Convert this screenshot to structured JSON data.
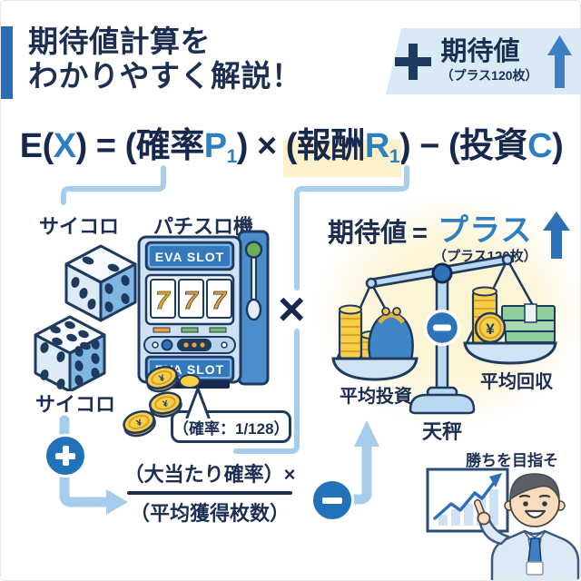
{
  "header": {
    "title_line1": "期待値計算を",
    "title_line2": "わかりやすく解説！",
    "badge": {
      "operator": "+",
      "label": "期待値",
      "sub": "（プラス120枚）"
    }
  },
  "formula": {
    "f1": "E(",
    "f2": "X",
    "f3": ") = ",
    "f4": "(確率",
    "f5": "P",
    "f5sub": "1",
    "f6": ") × ",
    "f7": "(報酬",
    "f8": "R",
    "f8sub": "1",
    "f9": ") − ",
    "f10": "(投資",
    "f11": "C",
    "f12": ")",
    "highlight_color": "#fcf1c8"
  },
  "left": {
    "dice_label": "サイコロ",
    "slot_label": "パチスロ機",
    "dice_label_bottom": "サイコロ",
    "slot": {
      "brand": "EVA SLOT",
      "reels": [
        "7",
        "7",
        "7"
      ]
    },
    "coin_symbol": "¥",
    "bubble_text": "（確率：1/128）",
    "plus_operator": "+",
    "fraction_numerator": "（大当たり確率）×",
    "fraction_denominator": "（平均獲得枚数）"
  },
  "center": {
    "times_operator": "×"
  },
  "right": {
    "result_label": "期待値",
    "result_equals": "=",
    "result_value": "プラス",
    "result_sub": "（プラス120枚）",
    "pan_left_label": "平均投資",
    "pan_right_label": "平均回収",
    "scale_label": "天秤",
    "minus_operator": "−",
    "yen": "¥"
  },
  "bottom": {
    "minus_operator": "−",
    "motto": "勝ちを目指そう！"
  },
  "colors": {
    "navy": "#16294d",
    "title_navy": "#1c2f52",
    "accent_blue": "#2e7fc1",
    "bar_blue": "#2a6db5",
    "light_line": "#a6cdec",
    "badge_bg": "#d9e9f6",
    "circle_blue": "#2272ba",
    "coin_gold": "#f6cf47",
    "bill_green": "#8fce9b",
    "glow_yellow": "#fdf4d3"
  }
}
